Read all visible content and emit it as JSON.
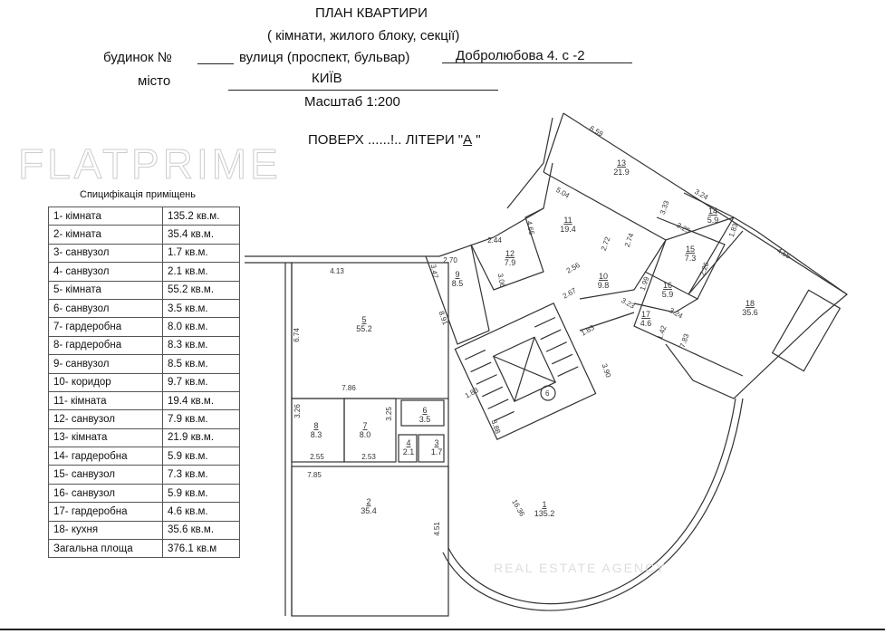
{
  "header": {
    "title": "ПЛАН   КВАРТИРИ",
    "subtitle": "( кімнати, жилого  блоку, секції)",
    "house_label": "будинок №",
    "street_label": "вулиця (проспект, бульвар)",
    "street_value": "Добролюбова 4. с -2",
    "city_label": "місто",
    "city_value": "КИЇВ",
    "scale": "Масштаб   1:200",
    "floor_prefix": "ПОВЕРХ ......",
    "floor_value": "!",
    "floor_mid": ".. ЛІТЕРИ \"",
    "letter_value": "А",
    "floor_suffix": "\""
  },
  "spec": {
    "title": "Спицифікація приміщень",
    "rows": [
      {
        "name": "1- кімната",
        "area": "135.2 кв.м."
      },
      {
        "name": "2- кімната",
        "area": "35.4 кв.м."
      },
      {
        "name": "3- санвузол",
        "area": "1.7 кв.м."
      },
      {
        "name": "4- санвузол",
        "area": "2.1 кв.м."
      },
      {
        "name": "5- кімната",
        "area": "55.2 кв.м."
      },
      {
        "name": "6- санвузол",
        "area": "3.5 кв.м."
      },
      {
        "name": "7- гардеробна",
        "area": "8.0 кв.м."
      },
      {
        "name": "8- гардеробна",
        "area": "8.3 кв.м."
      },
      {
        "name": "9- санвузол",
        "area": "8.5 кв.м."
      },
      {
        "name": "10- коридор",
        "area": "9.7 кв.м."
      },
      {
        "name": "11- кімната",
        "area": "19.4 кв.м."
      },
      {
        "name": "12- санвузол",
        "area": "7.9 кв.м."
      },
      {
        "name": "13- кімната",
        "area": "21.9 кв.м."
      },
      {
        "name": "14- гардеробна",
        "area": "5.9 кв.м."
      },
      {
        "name": "15- санвузол",
        "area": "7.3 кв.м."
      },
      {
        "name": "16- санвузол",
        "area": "5.9 кв.м."
      },
      {
        "name": "17- гардеробна",
        "area": "4.6 кв.м."
      },
      {
        "name": "18- кухня",
        "area": "35.6  кв.м."
      }
    ],
    "total_label": "Загальна площа",
    "total_value": "376.1 кв.м"
  },
  "plan": {
    "rooms": {
      "r1": {
        "n": "1",
        "a": "135.2"
      },
      "r2": {
        "n": "2",
        "a": "35.4"
      },
      "r3": {
        "n": "3",
        "a": "1.7"
      },
      "r4": {
        "n": "4",
        "a": "2.1"
      },
      "r5": {
        "n": "5",
        "a": "55.2"
      },
      "r6": {
        "n": "6",
        "a": "3.5"
      },
      "r7": {
        "n": "7",
        "a": "8.0"
      },
      "r8": {
        "n": "8",
        "a": "8.3"
      },
      "r9": {
        "n": "9",
        "a": "8.5"
      },
      "r10": {
        "n": "10",
        "a": "9.8"
      },
      "r11": {
        "n": "11",
        "a": "19.4"
      },
      "r12": {
        "n": "12",
        "a": "7.9"
      },
      "r13": {
        "n": "13",
        "a": "21.9"
      },
      "r14": {
        "n": "14",
        "a": "5.9"
      },
      "r15": {
        "n": "15",
        "a": "7.3"
      },
      "r16": {
        "n": "16",
        "a": "5.9"
      },
      "r17": {
        "n": "17",
        "a": "4.6"
      },
      "r18": {
        "n": "18",
        "a": "35.6"
      }
    },
    "dims": [
      "6.59",
      "5.04",
      "2.44",
      "2.70",
      "3.47",
      "3.06",
      "4.65",
      "2.72",
      "2.74",
      "2.56",
      "2.67",
      "3.24",
      "3.33",
      "1.83",
      "3.25",
      "2.26",
      "1.99",
      "3.23",
      "3.24",
      "1.42",
      "4.55",
      "7.83",
      "1.83",
      "3.90",
      "1.83",
      "3.88",
      "8.91",
      "4.13",
      "6.74",
      "7.86",
      "3.26",
      "2.55",
      "3.25",
      "2.53",
      "7.85",
      "4.51",
      "16.36"
    ],
    "stair_marker": "6",
    "watermark": "FLATPRIME",
    "watermark_sub": "REAL ESTATE AGENCY"
  }
}
